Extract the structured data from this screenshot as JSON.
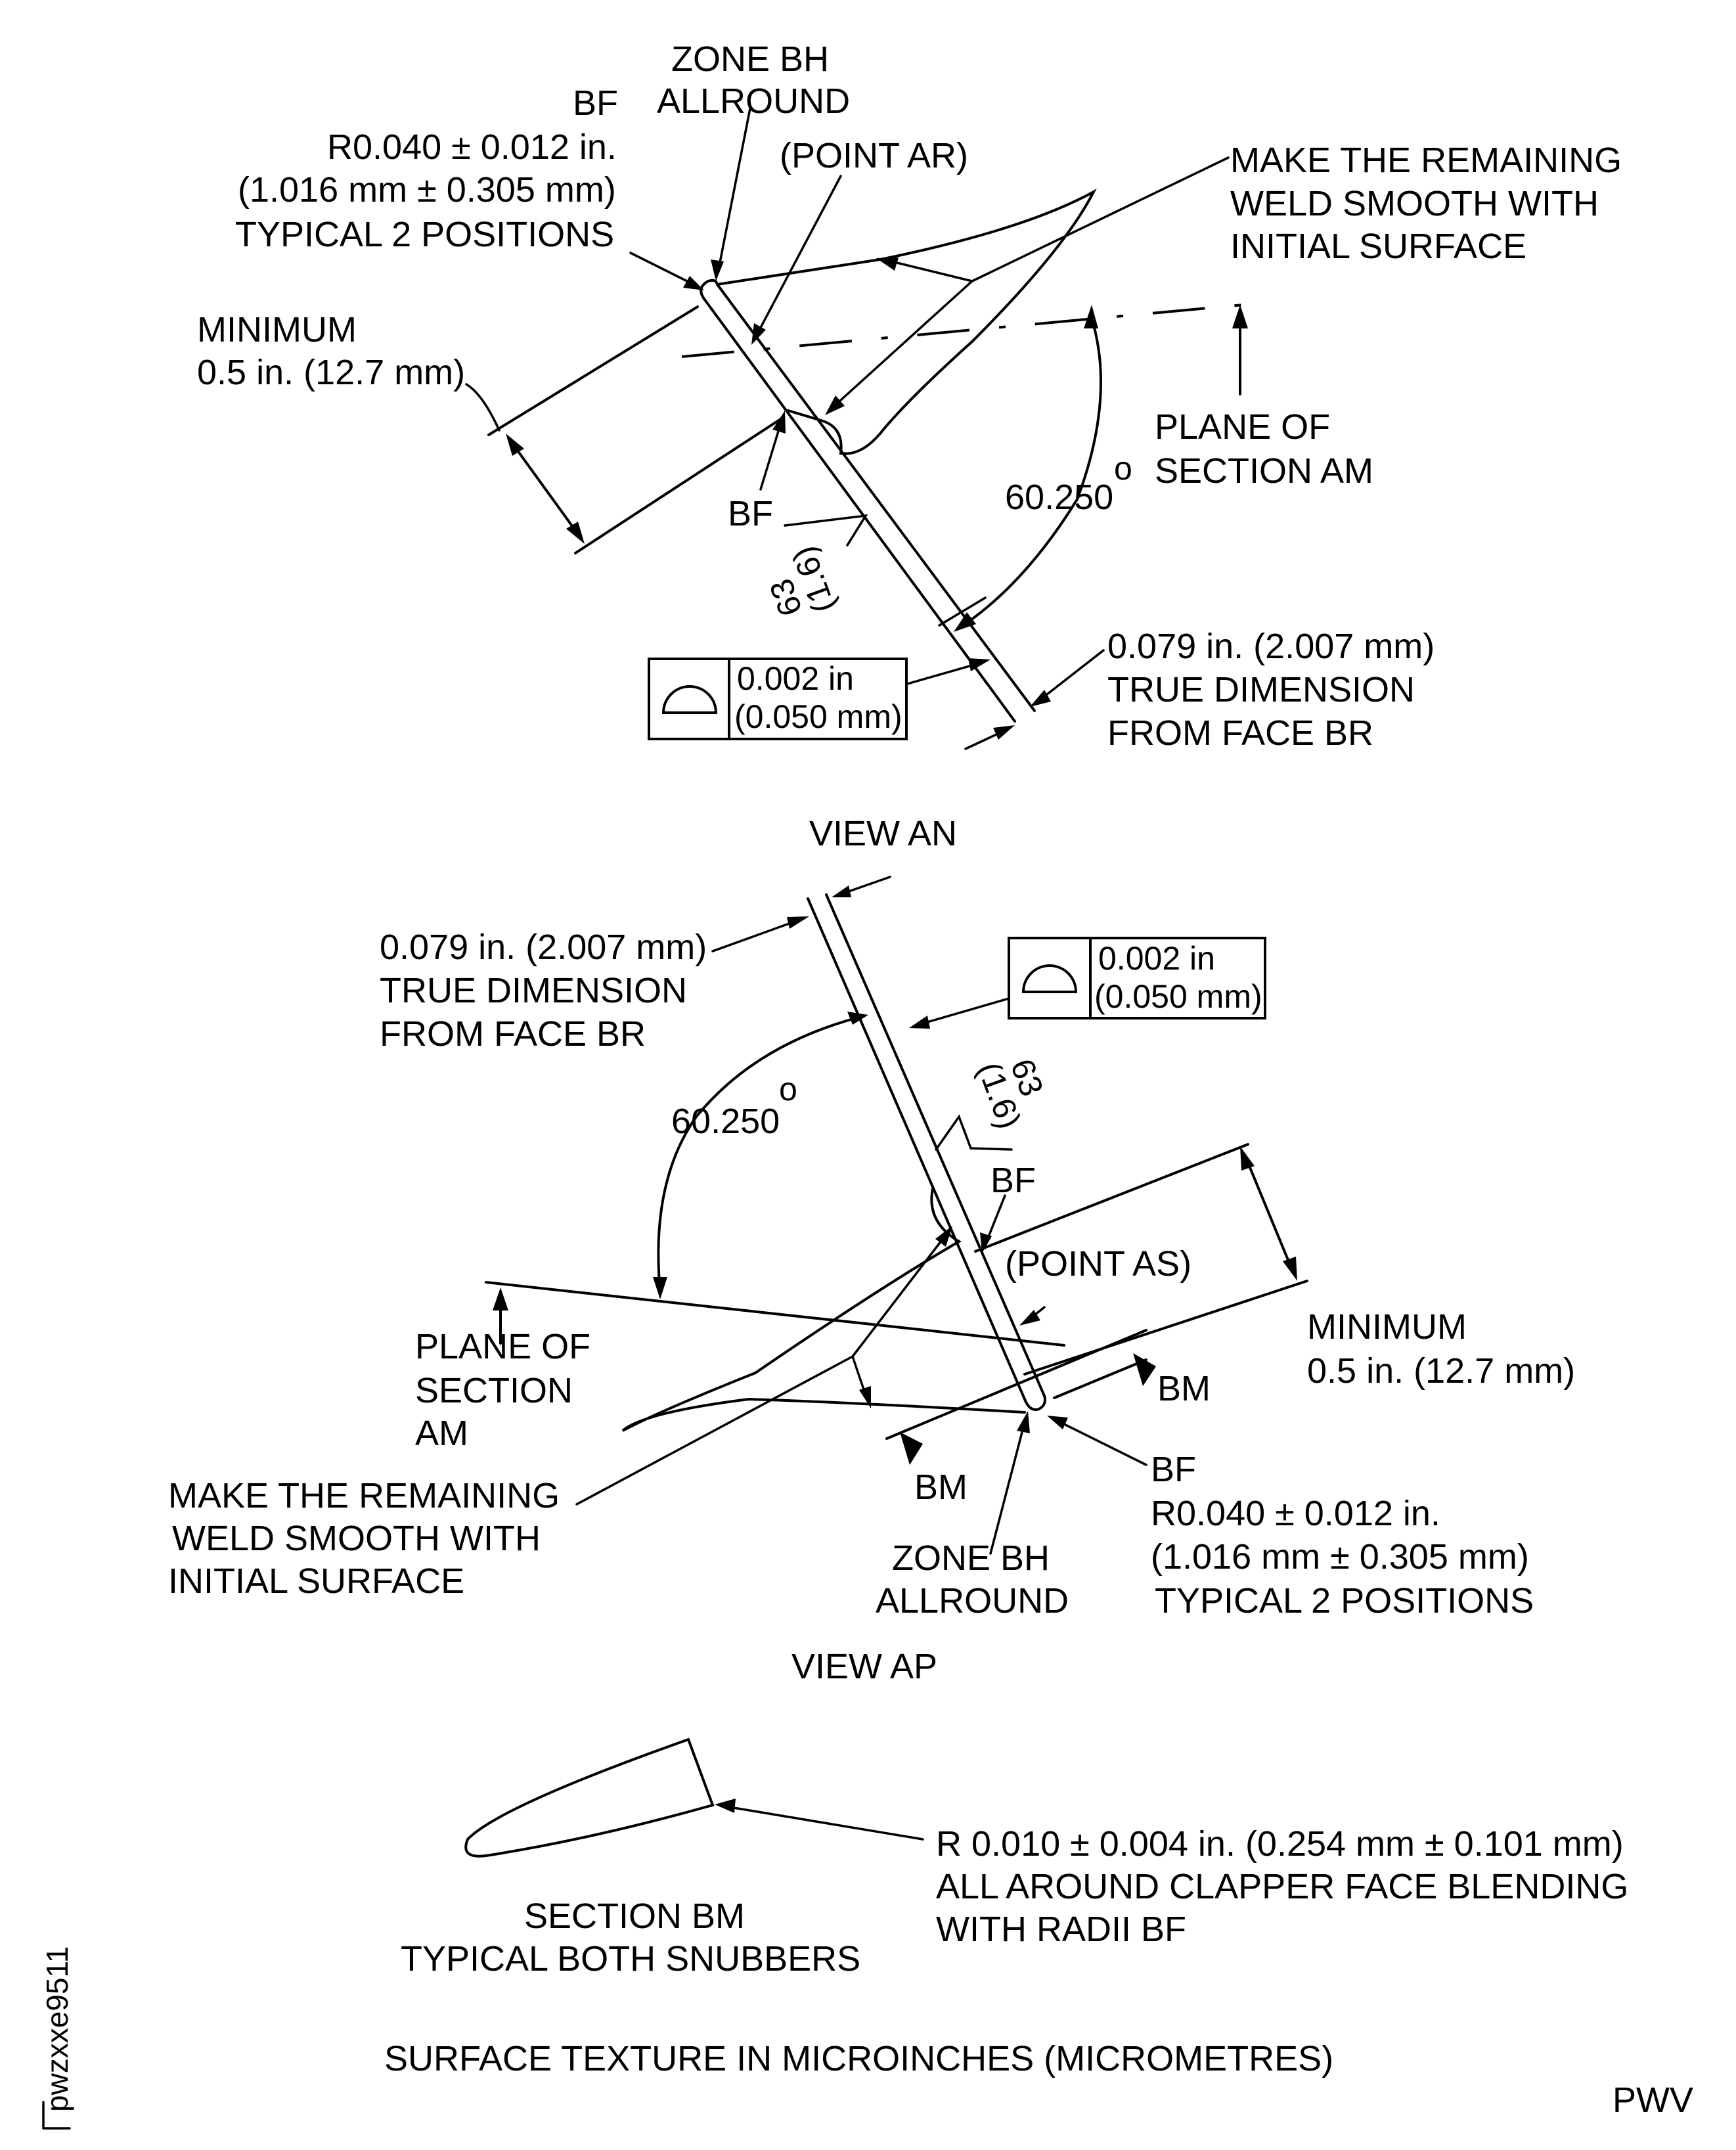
{
  "view_an": {
    "zone_bh_line1": "ZONE BH",
    "zone_bh_line2": "ALLROUND",
    "bf_radius_tag": "BF",
    "radius_in": "R0.040 ± 0.012 in.",
    "radius_mm": "(1.016 mm ± 0.305 mm)",
    "radius_typical": "TYPICAL 2 POSITIONS",
    "point_label": "(POINT AR)",
    "weld_note_line1": "MAKE THE REMAINING",
    "weld_note_line2": "WELD SMOOTH WITH",
    "weld_note_line3": "INITIAL SURFACE",
    "minimum_line1": "MINIMUM",
    "minimum_line2": "0.5 in. (12.7 mm)",
    "plane_line1": "PLANE OF",
    "plane_line2": "SECTION AM",
    "angle": "60.250",
    "degree": "o",
    "bf_label": "BF",
    "roughness_value": "63",
    "roughness_metric": "(1.6)",
    "profile_tol_in": "0.002 in",
    "profile_tol_mm": "(0.050 mm)",
    "true_dim_line1": "0.079 in. (2.007 mm)",
    "true_dim_line2": "TRUE DIMENSION",
    "true_dim_line3": "FROM FACE BR",
    "view_title": "VIEW AN"
  },
  "view_ap": {
    "true_dim_line1": "0.079 in. (2.007 mm)",
    "true_dim_line2": "TRUE DIMENSION",
    "true_dim_line3": "FROM FACE BR",
    "profile_tol_in": "0.002 in",
    "profile_tol_mm": "(0.050 mm)",
    "angle": "60.250",
    "degree": "o",
    "roughness_value": "63",
    "roughness_metric": "(1.6)",
    "bf_label": "BF",
    "point_label": "(POINT AS)",
    "minimum_line1": "MINIMUM",
    "minimum_line2": "0.5 in. (12.7 mm)",
    "plane_line1": "PLANE OF",
    "plane_line2": "SECTION",
    "plane_line3": "AM",
    "bm_right": "BM",
    "bm_left": "BM",
    "weld_note_line1": "MAKE THE REMAINING",
    "weld_note_line2": "WELD SMOOTH WITH",
    "weld_note_line3": "INITIAL SURFACE",
    "zone_bh_line1": "ZONE BH",
    "zone_bh_line2": "ALLROUND",
    "bf_radius_tag": "BF",
    "radius_in": "R0.040 ± 0.012 in.",
    "radius_mm": "(1.016 mm ± 0.305 mm)",
    "radius_typical": "TYPICAL 2 POSITIONS",
    "view_title": "VIEW AP"
  },
  "section_bm": {
    "radius_line1": "R 0.010 ± 0.004 in. (0.254 mm ± 0.101 mm)",
    "radius_line2": "ALL AROUND CLAPPER FACE BLENDING",
    "radius_line3": "WITH RADII BF",
    "title_line1": "SECTION BM",
    "title_line2": "TYPICAL BOTH SNUBBERS"
  },
  "footer": {
    "surface_note": "SURFACE TEXTURE IN MICROINCHES (MICROMETRES)",
    "figure_id": "pwzxxe9511",
    "source_tag": "PWV"
  }
}
